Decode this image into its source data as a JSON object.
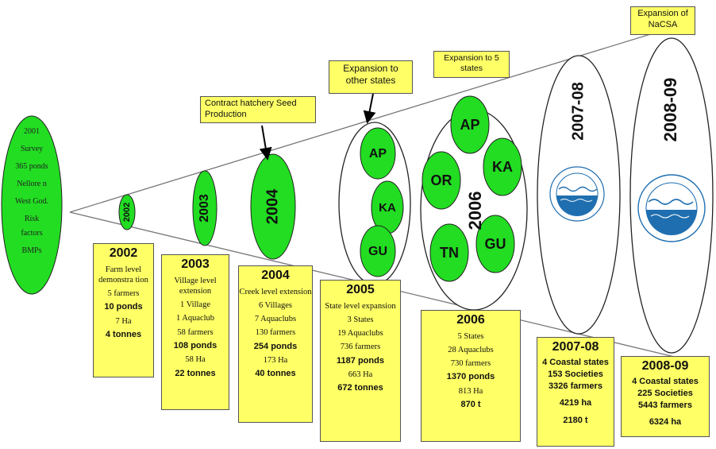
{
  "origin": {
    "lines": [
      "2001",
      "Survey",
      "365 ponds",
      "Nellore n",
      "West God.",
      "Risk",
      "factors",
      "BMPs"
    ]
  },
  "callouts": {
    "contract": "Contract hatchery Seed Production",
    "other_states": "Expansion to other states",
    "five_states": "Expansion to 5 states",
    "nacsa": "Expansion of NaCSA"
  },
  "ovals": {
    "y2002": "2002",
    "y2003": "2003",
    "y2004": "2004",
    "y2006": "2006",
    "y2007": "2007-08",
    "y2008": "2008-09"
  },
  "states_2005": [
    "AP",
    "KA",
    "GU"
  ],
  "states_2006": [
    "AP",
    "OR",
    "KA",
    "TN",
    "GU"
  ],
  "boxes": {
    "b2002": {
      "title": "2002",
      "desc": "Farm level demonstra tion",
      "l1": "5 farmers",
      "l2": "10 ponds",
      "l3": "7 Ha",
      "l4": "4 tonnes"
    },
    "b2003": {
      "title": "2003",
      "desc": "Village level extension",
      "l1": "1 Village",
      "l2": "1 Aquaclub",
      "l3": "58 farmers",
      "l4": "108 ponds",
      "l5": "58 Ha",
      "l6": "22 tonnes"
    },
    "b2004": {
      "title": "2004",
      "desc": "Creek level extension",
      "l1": "6 Villages",
      "l2": "7 Aquaclubs",
      "l3": "130 farmers",
      "l4": "254 ponds",
      "l5": "173 Ha",
      "l6": "40 tonnes"
    },
    "b2005": {
      "title": "2005",
      "desc": "State level expansion",
      "l1": "3 States",
      "l2": "19 Aquaclubs",
      "l3": "736 farmers",
      "l4": "1187 ponds",
      "l5": "663 Ha",
      "l6": "672 tonnes"
    },
    "b2006": {
      "title": "2006",
      "l1": "5 States",
      "l2": "28 Aquaclubs",
      "l3": "730 farmers",
      "l4": "1370 ponds",
      "l5": "813 Ha",
      "l6": "870 t"
    },
    "b2007": {
      "title": "2007-08",
      "l1": "4 Coastal states",
      "l2": "153 Societies",
      "l3": "3326 farmers",
      "l4": "4219 ha",
      "l5": "2180 t"
    },
    "b2008": {
      "title": "2008-09",
      "l1": "4 Coastal states",
      "l2": "225 Societies",
      "l3": "5443 farmers",
      "l4": "6324 ha"
    }
  },
  "colors": {
    "green": "#22dd22",
    "yellow": "#ffff66",
    "logo_blue": "#1f6fb0"
  },
  "icons": {
    "logo": "nacsa-logo-icon"
  }
}
